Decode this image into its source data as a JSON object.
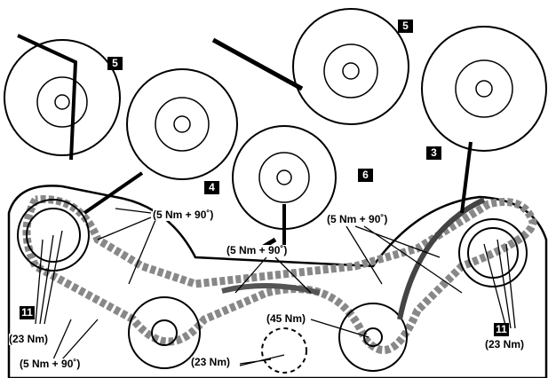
{
  "callouts": {
    "ref_5a": "5",
    "ref_5b": "5",
    "ref_4": "4",
    "ref_6": "6",
    "ref_3": "3",
    "ref_11a": "11",
    "ref_11b": "11"
  },
  "torques": {
    "t1": "(5 Nm + 90˚)",
    "t2": "(5 Nm + 90˚)",
    "t3": "(5 Nm + 90˚)",
    "t4": "(5 Nm + 90˚)",
    "t5": "(23 Nm)",
    "t6": "(23 Nm)",
    "t7": "(23 Nm)",
    "t8": "(45 Nm)"
  },
  "colors": {
    "ink": "#000000",
    "chain_fill": "#cfcfcf",
    "paper": "#ffffff"
  }
}
